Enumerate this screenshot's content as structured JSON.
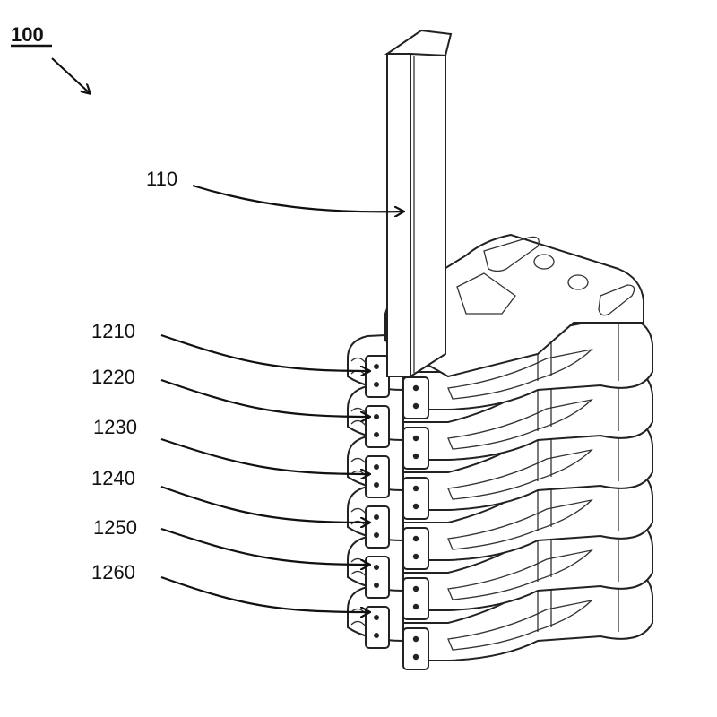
{
  "figure": {
    "reference": "100",
    "labels": [
      {
        "id": "110",
        "text": "110",
        "target": "pillar"
      },
      {
        "id": "1210",
        "text": "1210",
        "target": "layer-1"
      },
      {
        "id": "1220",
        "text": "1220",
        "target": "layer-2"
      },
      {
        "id": "1230",
        "text": "1230",
        "target": "layer-3"
      },
      {
        "id": "1240",
        "text": "1240",
        "target": "layer-4"
      },
      {
        "id": "1250",
        "text": "1250",
        "target": "layer-5"
      },
      {
        "id": "1260",
        "text": "1260",
        "target": "layer-6"
      }
    ]
  }
}
